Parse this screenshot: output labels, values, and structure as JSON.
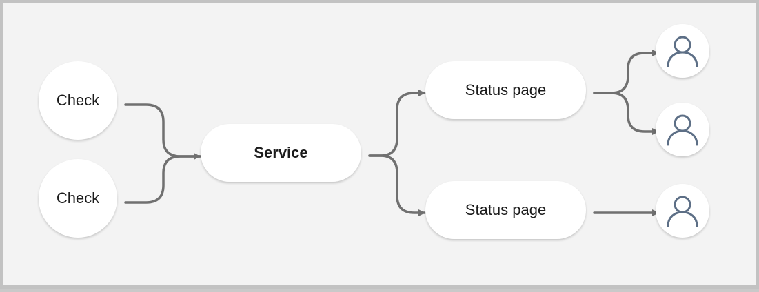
{
  "diagram": {
    "checks": [
      "Check",
      "Check"
    ],
    "service": "Service",
    "status_pages": [
      "Status page",
      "Status page"
    ],
    "subscriber_icon": "user-icon",
    "colors": {
      "background": "#f3f3f3",
      "border": "#c2c2c2",
      "node": "#ffffff",
      "arrow": "#707070",
      "user_icon": "#5d6f86"
    }
  }
}
